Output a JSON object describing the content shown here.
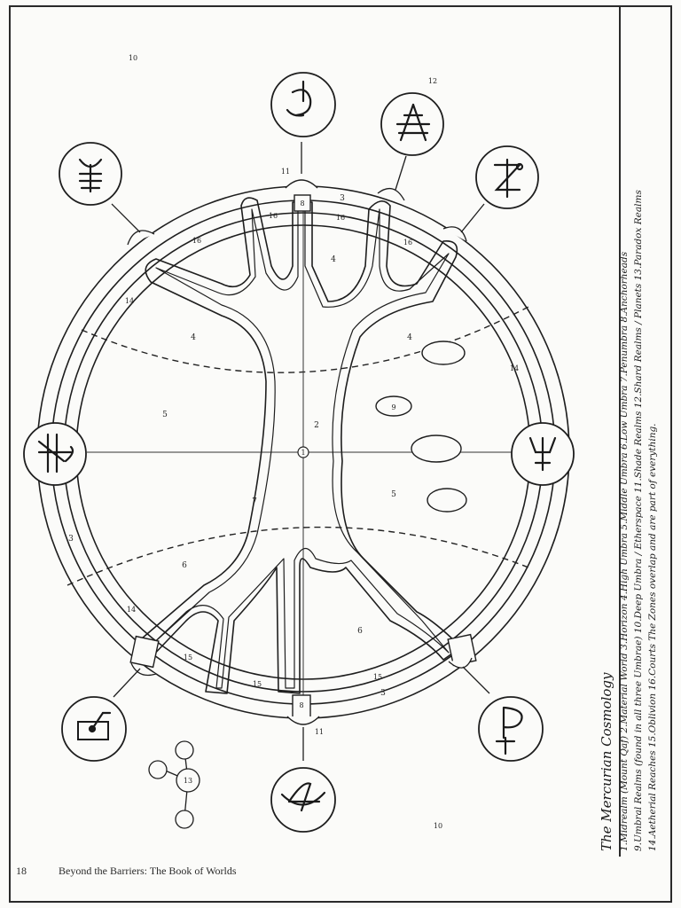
{
  "page": {
    "number": "18",
    "running_title": "Beyond the Barriers: The Book of Worlds"
  },
  "caption": {
    "title": "The Mercurian Cosmology",
    "lines": [
      "1.Midrealm (Mount Qaf)  2.Material World  3.Horizon  4.High Umbra  5.Middle Umbra  6.Low Umbra  7.Penumbra  8.Anchorheads",
      "9.Umbral Realms (found in all three Umbrae)  10.Deep Umbra / Etherspace  11.Shade Realms  12.Shard Realms / Planets  13.Paradox Realms",
      "14.Aetherial Reaches  15.Oblivion  16.Courts     The Zones overlap and are part of everything."
    ]
  },
  "diagram": {
    "labels": {
      "center": "1",
      "material": "2",
      "horizon_left": "3",
      "horizon_top": "3",
      "horizon_bottom": "3",
      "high_umbra_left": "4",
      "high_umbra_right": "4",
      "high_umbra_top": "4",
      "middle_umbra_left": "5",
      "middle_umbra_right": "5",
      "low_umbra_left": "6",
      "low_umbra_right": "6",
      "penumbra": "7",
      "anchor_top": "8",
      "anchor_bottom": "8",
      "umbral_realm": "9",
      "deep_umbra_top": "10",
      "deep_umbra_bottom": "10",
      "shade_top": "11",
      "shade_bottom": "11",
      "shard": "12",
      "paradox": "13",
      "aether_left": "14",
      "aether_right": "14",
      "aether_bottom": "14",
      "oblivion_a": "15",
      "oblivion_b": "15",
      "oblivion_c": "15",
      "court_a": "16",
      "court_b": "16",
      "court_c": "16",
      "court_d": "16"
    }
  }
}
